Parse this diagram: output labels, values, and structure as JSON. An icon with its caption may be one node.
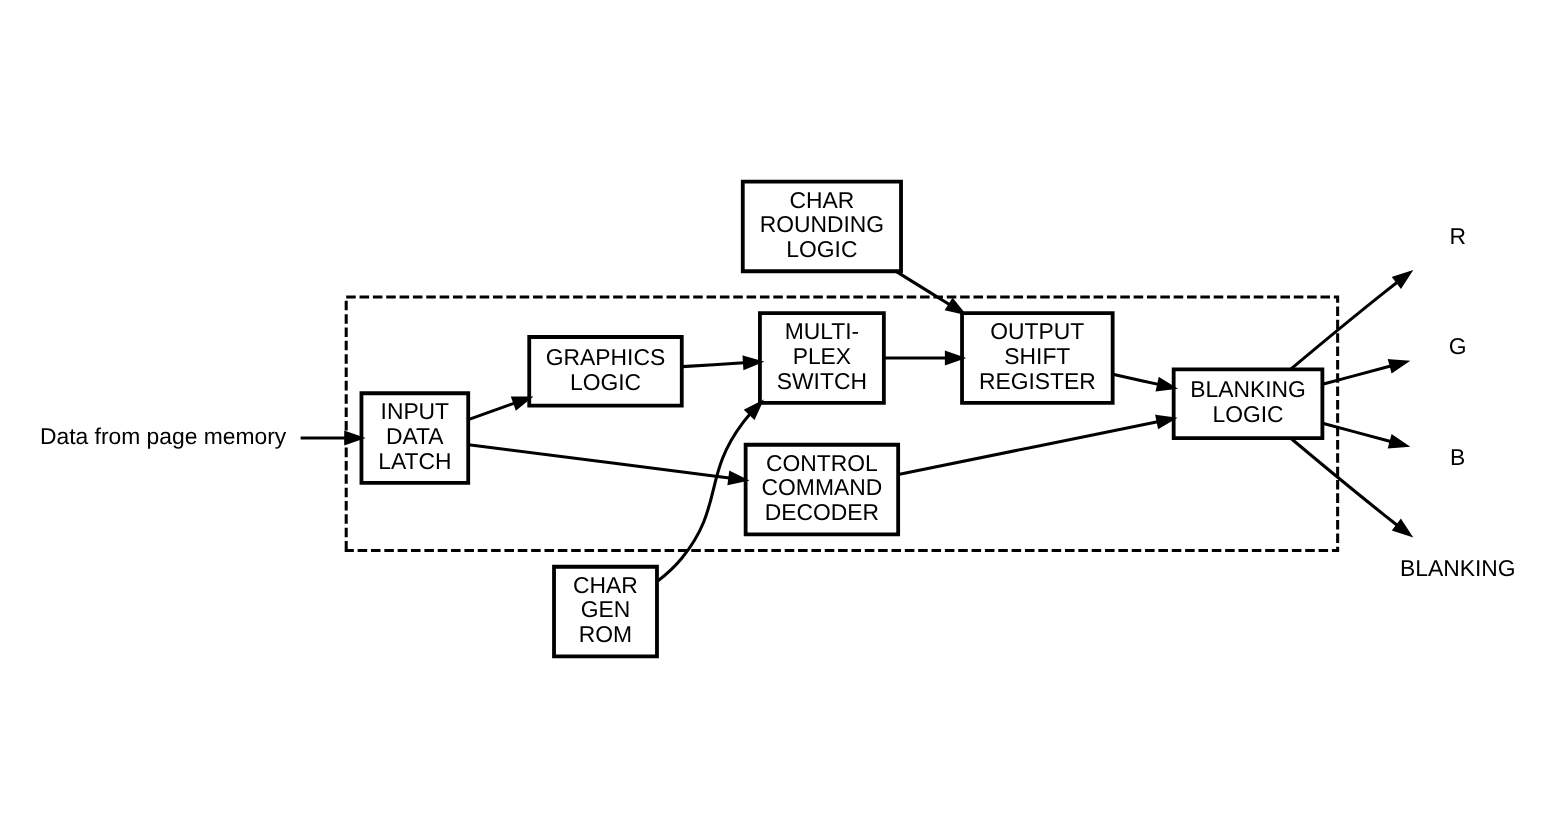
{
  "diagram": {
    "nodes": [
      {
        "text": [],
        "shape": "box"
      },
      {
        "text": [
          "Data from page memory"
        ]
      },
      {
        "text": [
          "INPUT DATA LATCH"
        ],
        "in": 0
      },
      {
        "text": [
          "CONTROL COMMAND DECODER"
        ],
        "in": 0
      },
      {
        "text": [
          "BLANKING LOGIC"
        ],
        "in": 0
      },
      {
        "text": [
          "GRAPHICS LOGIC"
        ],
        "in": 0
      },
      {
        "text": [
          "MULTI- PLEX SWITCH"
        ],
        "in": 0
      },
      {
        "text": [
          "OUTPUT SHIFT REGISTER"
        ],
        "in": 0
      },
      {
        "text": [
          "CHAR GEN ROM"
        ]
      },
      {
        "text": [
          "CHAR ROUNDING LOGIC"
        ]
      },
      {
        "text": [
          "R"
        ]
      },
      {
        "text": [
          "G"
        ]
      },
      {
        "text": [
          "B"
        ]
      },
      {
        "text": [
          "BLANKING"
        ]
      }
    ],
    "edges": [
      {
        "from": 1,
        "to": 2,
        "arrow": "to"
      },
      {
        "from": 2,
        "to": 3,
        "arrow": "to"
      },
      {
        "from": 2,
        "to": 5,
        "arrow": "to"
      },
      {
        "from": 3,
        "to": 4,
        "arrow": "to"
      },
      {
        "from": 5,
        "to": 6,
        "arrow": "to"
      },
      {
        "from": 6,
        "to": 7,
        "arrow": "to"
      },
      {
        "from": 7,
        "to": 4,
        "arrow": "to"
      },
      {
        "from": 8,
        "to": 6,
        "arrow": "to"
      },
      {
        "from": 9,
        "to": 7,
        "arrow": "to"
      },
      {
        "from": 4,
        "to": 10,
        "arrow": "to"
      },
      {
        "from": 4,
        "to": 11,
        "arrow": "to"
      },
      {
        "from": 4,
        "to": 12,
        "arrow": "to"
      },
      {
        "from": 4,
        "to": 13,
        "arrow": "to"
      }
    ]
  }
}
